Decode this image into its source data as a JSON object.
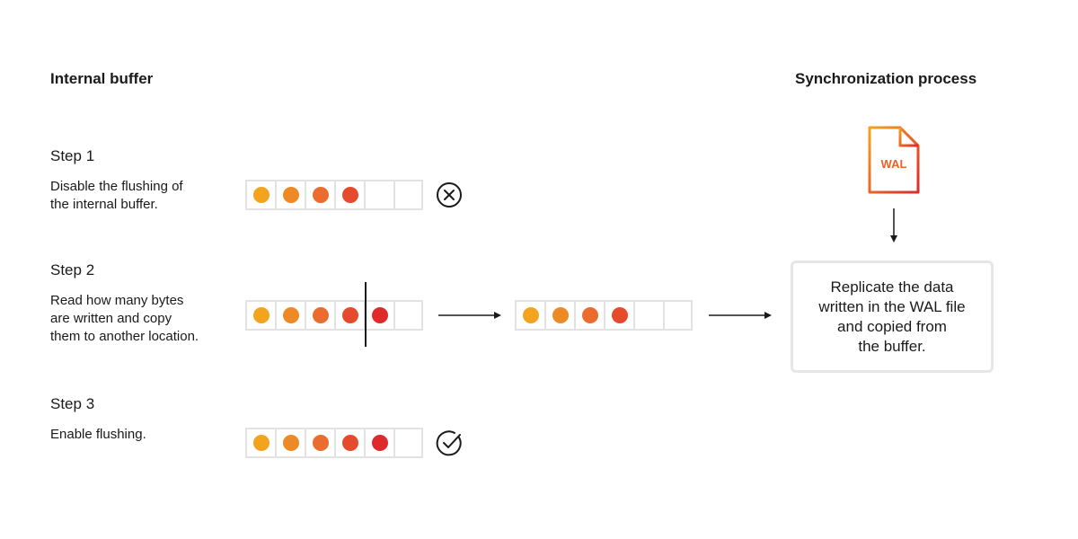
{
  "headings": {
    "left": "Internal buffer",
    "right": "Synchronization process"
  },
  "colors": {
    "dot_1": "#f2a41f",
    "dot_2": "#ee8a26",
    "dot_3": "#ea6c2e",
    "dot_4": "#e54a2d",
    "dot_5": "#de2a2a",
    "cell_border": "#e2e2e2",
    "ink": "#1a1a1a"
  },
  "steps": [
    {
      "title": "Step 1",
      "description": [
        "Disable the flushing of",
        "the internal buffer."
      ],
      "buffer_filled": 4,
      "status_icon": "circle-x-icon"
    },
    {
      "title": "Step 2",
      "description": [
        "Read how many bytes",
        "are written and copy",
        "them to another location."
      ],
      "buffer_filled": 5,
      "read_marker_after": 4,
      "copy_filled": 4
    },
    {
      "title": "Step 3",
      "description": [
        "Enable flushing."
      ],
      "buffer_filled": 5,
      "status_icon": "circle-check-icon"
    }
  ],
  "buffer_size": 6,
  "wal": {
    "label": "WAL",
    "icon": "document-icon"
  },
  "sync_box": {
    "lines": [
      "Replicate the data",
      "written in the WAL file",
      "and copied from",
      "the buffer."
    ]
  }
}
